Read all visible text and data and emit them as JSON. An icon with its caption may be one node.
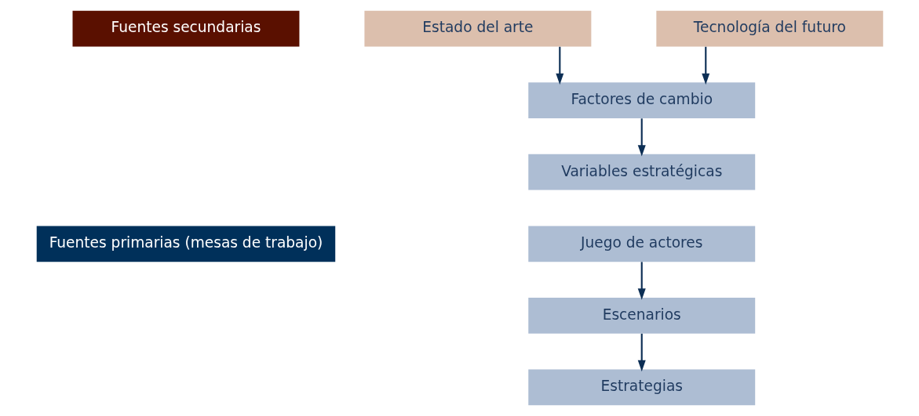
{
  "diagram": {
    "nodes": [
      {
        "text": [
          "Fuentes secundarias"
        ]
      },
      {
        "text": [
          "Estado del arte"
        ]
      },
      {
        "text": [
          "Tecnología del futuro"
        ]
      },
      {
        "text": [
          "Factores de cambio"
        ]
      },
      {
        "text": [
          "Variables estratégicas"
        ]
      },
      {
        "text": [
          "Fuentes primarias (mesas de trabajo)"
        ]
      },
      {
        "text": [
          "Juego de actores"
        ]
      },
      {
        "text": [
          "Escenarios"
        ]
      },
      {
        "text": [
          "Estrategias"
        ]
      }
    ],
    "edges": [
      {
        "from": 1,
        "to": 3,
        "arrow": "to"
      },
      {
        "from": 2,
        "to": 3,
        "arrow": "to"
      },
      {
        "from": 3,
        "to": 4,
        "arrow": "to"
      },
      {
        "from": 6,
        "to": 7,
        "arrow": "to"
      },
      {
        "from": 7,
        "to": 8,
        "arrow": "to"
      }
    ]
  }
}
